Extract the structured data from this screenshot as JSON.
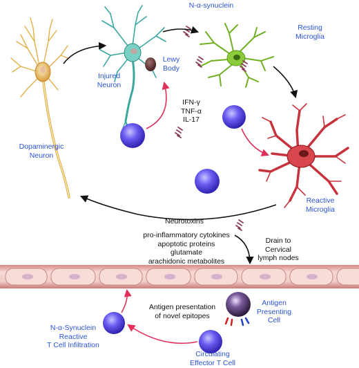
{
  "labels": {
    "n_alpha_synuclein": "N-α-synuclein",
    "resting_microglia": [
      "Resting",
      "Microglia"
    ],
    "injured_neuron": [
      "Injured",
      "Neuron"
    ],
    "lewy_body": [
      "Lewy",
      "Body"
    ],
    "dopaminergic_neuron": [
      "Dopaminergic",
      "Neuron"
    ],
    "cytokines": [
      "IFN-γ",
      "TNF-α",
      "IL-17"
    ],
    "reactive_microglia": [
      "Reactive",
      "Microglia"
    ],
    "neurotoxins": "Neurotoxins",
    "neurotoxin_list": [
      "pro-inflammatory cytokines",
      "apoptotic proteins",
      "glutamate",
      "arachidonic metabolites"
    ],
    "drain": [
      "Drain to",
      "Cervical",
      "lymph nodes"
    ],
    "antigen_presentation": [
      "Antigen presentation",
      "of novel epitopes"
    ],
    "antigen_presenting_cell": [
      "Antigen",
      "Presenting",
      "Cell"
    ],
    "infiltration": [
      "N-α-Synuclein",
      "Reactive",
      "T Cell Infiltration"
    ],
    "circulating": [
      "Circulating",
      "Effector T Cell"
    ]
  },
  "colors": {
    "label_blue": "#2b53d6",
    "arrow_black": "#111111",
    "arrow_pink": "#e0305a",
    "t_cell": "#5b4fe0",
    "microglia_resting": "#7fbf2a",
    "microglia_reactive": "#c8323c",
    "neuron_yellow": "#e8b84a",
    "neuron_teal": "#3aa8a0",
    "vessel": "#e9b8b4",
    "synuclein": "#8a3a5a"
  }
}
